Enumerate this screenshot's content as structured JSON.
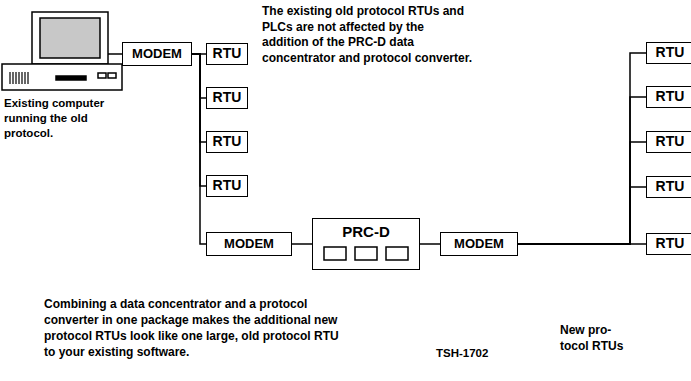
{
  "diagram": {
    "nodes": [
      {
        "text": [
          "MODEM"
        ]
      },
      {
        "text": [
          "RTU"
        ]
      },
      {
        "text": [
          "RTU"
        ]
      },
      {
        "text": [
          "RTU"
        ]
      },
      {
        "text": [
          "RTU"
        ]
      },
      {
        "text": [
          "MODEM"
        ]
      },
      {
        "text": [
          "PRC-D"
        ]
      },
      {
        "text": [
          "MODEM"
        ]
      },
      {
        "text": [
          "RTU"
        ]
      },
      {
        "text": [
          "RTU"
        ]
      },
      {
        "text": [
          "RTU"
        ]
      },
      {
        "text": [
          "RTU"
        ]
      },
      {
        "text": [
          "RTU"
        ]
      }
    ],
    "edges": [
      {
        "from": 0,
        "to": 1,
        "arrow": "none"
      },
      {
        "from": 0,
        "to": 2,
        "arrow": "none"
      },
      {
        "from": 0,
        "to": 3,
        "arrow": "none"
      },
      {
        "from": 0,
        "to": 4,
        "arrow": "none"
      },
      {
        "from": 0,
        "to": 5,
        "arrow": "none"
      },
      {
        "from": 5,
        "to": 6,
        "arrow": "none"
      },
      {
        "from": 6,
        "to": 7,
        "arrow": "none"
      },
      {
        "from": 7,
        "to": 8,
        "arrow": "none"
      },
      {
        "from": 7,
        "to": 9,
        "arrow": "none"
      },
      {
        "from": 7,
        "to": 10,
        "arrow": "none"
      },
      {
        "from": 7,
        "to": 11,
        "arrow": "none"
      },
      {
        "from": 7,
        "to": 12,
        "arrow": "none"
      }
    ],
    "labels": [
      "The existing old protocol RTUs and PLCs are not affected by the addition of the PRC-D data concentrator and protocol converter.",
      "Existing computer running the old protocol.",
      "Combining a data concentrator and a protocol converter in one package makes the additional new protocol RTUs look like one large, old protocol RTU to your existing software.",
      "New pro- tocol RTUs",
      "TSH-1702"
    ]
  }
}
